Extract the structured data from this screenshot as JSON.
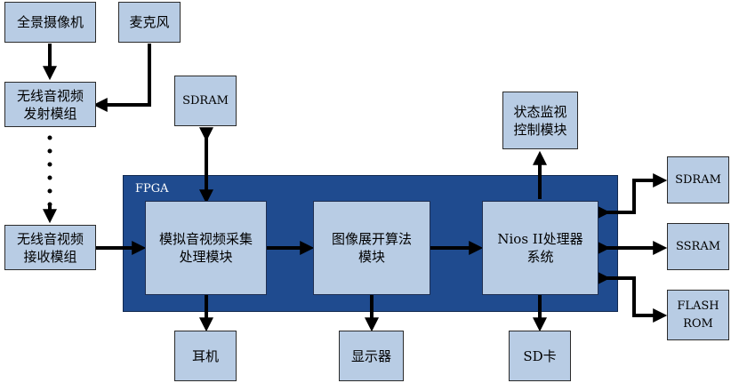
{
  "boxes": {
    "camera": "全景摄像机",
    "mic": "麦克风",
    "tx_line1": "无线音视频",
    "tx_line2": "发射模组",
    "rx_line1": "无线音视频",
    "rx_line2": "接收模组",
    "sdram_top": "SDRAM",
    "status_line1": "状态监视",
    "status_line2": "控制模块",
    "fpga_label": "FPGA",
    "acq_line1": "模拟音视频采集",
    "acq_line2": "处理模块",
    "unfold_line1": "图像展开算法",
    "unfold_line2": "模块",
    "nios_line1": "Nios II处理器",
    "nios_line2": "系统",
    "sdram_right": "SDRAM",
    "ssram": "SSRAM",
    "flash_line1": "FLASH",
    "flash_line2": "ROM",
    "earphone": "耳机",
    "display": "显示器",
    "sdcard": "SD卡"
  },
  "colors": {
    "box_fill": "#b8cce4",
    "fpga_fill": "#1f4b8f",
    "arrow": "#000000"
  }
}
